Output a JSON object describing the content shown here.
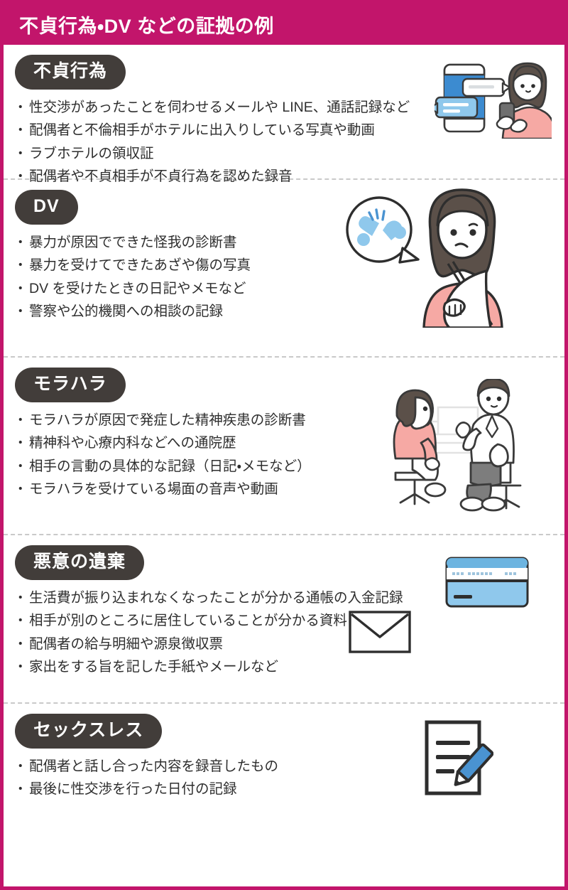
{
  "header": {
    "title": "不貞行為・DV などの証拠の例"
  },
  "colors": {
    "brand_magenta": "#C2156B",
    "pill_dark": "#423D3A",
    "text_dark": "#2e2e2e",
    "divider_gray": "#c9c9c9",
    "accent_blue": "#4A93D1",
    "skin_pink": "#F6B2AE",
    "light_blue": "#8FC8EC"
  },
  "sections": [
    {
      "tag": "不貞行為",
      "items": [
        "性交渉があったことを伺わせるメールや LINE、通話記録など",
        "配偶者と不倫相手がホテルに出入りしている写真や動画",
        "ラブホテルの領収証",
        "配偶者や不貞相手が不貞行為を認めた録音"
      ],
      "illustration": "smartphone-chat-and-woman-with-phone"
    },
    {
      "tag": "DV",
      "items": [
        "暴力が原因でできた怪我の診断書",
        "暴力を受けてできたあざや傷の写真",
        "DV を受けたときの日記やメモなど",
        "警察や公的機関への相談の記録"
      ],
      "illustration": "injured-woman-with-arm-sling-and-broken-bone-bubble"
    },
    {
      "tag": "モラハラ",
      "items": [
        "モラハラが原因で発症した精神疾患の診断書",
        "精神科や心療内科などへの通院歴",
        "相手の言動の具体的な記録（日記・メモなど）",
        "モラハラを受けている場面の音声や動画"
      ],
      "illustration": "doctor-consultation-with-patient"
    },
    {
      "tag": "悪意の遺棄",
      "items": [
        "生活費が振り込まれなくなったことが分かる通帳の入金記録",
        "相手が別のところに居住していることが分かる資料",
        "配偶者の給与明細や源泉徴収票",
        "家出をする旨を記した手紙やメールなど"
      ],
      "illustration": "bank-passbook-card-and-envelope"
    },
    {
      "tag": "セックスレス",
      "items": [
        "配偶者と話し合った内容を録音したもの",
        "最後に性交渉を行った日付の記録"
      ],
      "illustration": "document-with-pencil"
    }
  ]
}
